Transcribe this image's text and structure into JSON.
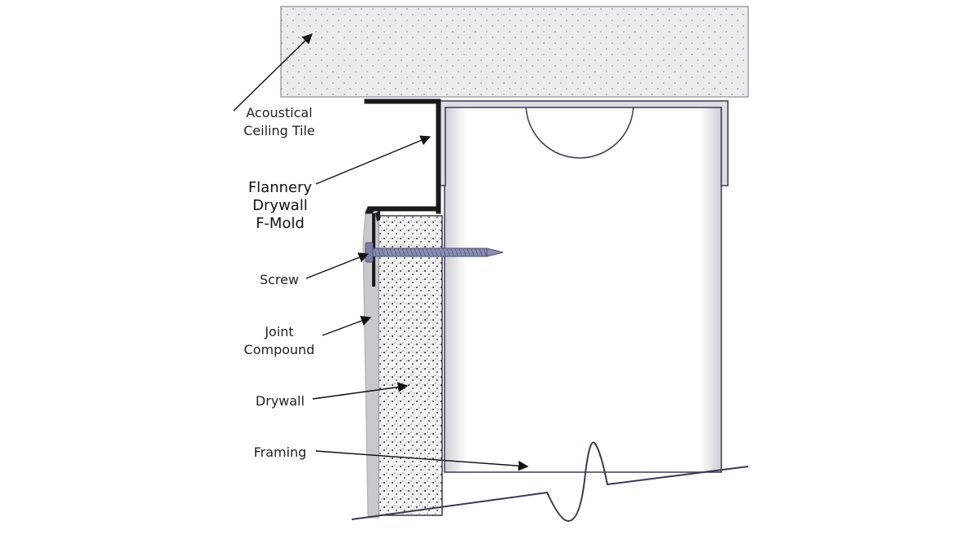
{
  "labels": {
    "ceiling_tile": [
      "Acoustical",
      "Ceiling Tile"
    ],
    "f_mold": [
      "Flannery",
      "Drywall",
      "F-Mold"
    ],
    "screw": "Screw",
    "joint_compound": [
      "Joint",
      "Compound"
    ],
    "drywall": "Drywall",
    "framing": "Framing"
  },
  "colors": {
    "tile_fill": "#ececec",
    "tile_dots": "#9a9aa8",
    "outline": "#3a3a55",
    "f_mold": "#1a1a1a",
    "screw": "#7b7fa5",
    "joint_compound": "#c9c9cb",
    "stud_shade": "#d8d8dc"
  }
}
